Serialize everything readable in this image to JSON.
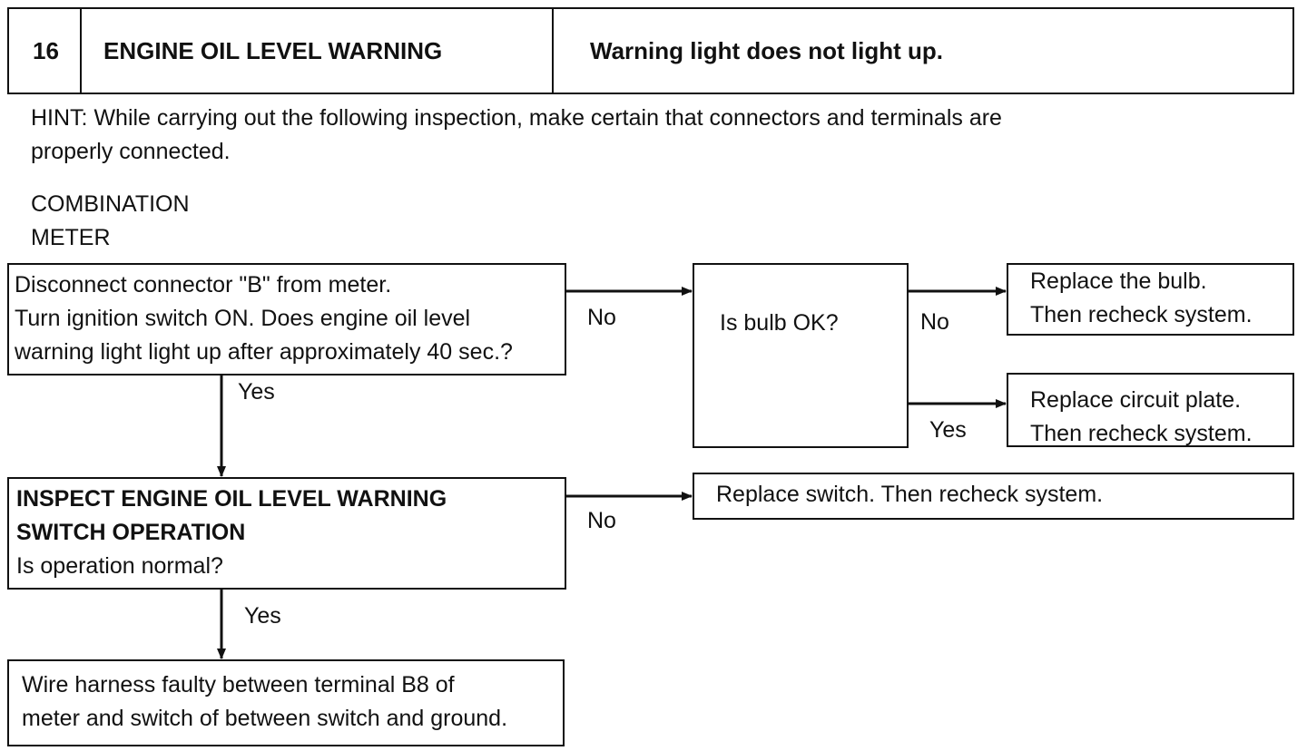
{
  "header": {
    "number": "16",
    "system": "ENGINE OIL LEVEL WARNING",
    "symptom": "Warning light does not light up."
  },
  "hint": {
    "line1": "HINT: While carrying out the following inspection, make certain that connectors and terminals are",
    "line2": "properly connected."
  },
  "section_title": {
    "line1": "COMBINATION",
    "line2": "METER"
  },
  "nodes": {
    "step1": {
      "line1": "Disconnect connector \"B\" from meter.",
      "line2": "Turn ignition switch ON. Does engine oil level",
      "line3": "warning light light up after approximately 40 sec.?"
    },
    "bulb_check": {
      "text": "Is bulb OK?"
    },
    "replace_bulb": {
      "line1": "Replace the bulb.",
      "line2": "Then recheck system."
    },
    "replace_plate": {
      "line1": "Replace circuit plate.",
      "line2": "Then recheck system."
    },
    "step2": {
      "title1": "INSPECT ENGINE OIL LEVEL WARNING",
      "title2": "SWITCH OPERATION",
      "question": "Is operation normal?"
    },
    "replace_switch": {
      "text": "Replace switch. Then recheck system."
    },
    "harness": {
      "line1": "Wire harness faulty between terminal B8 of",
      "line2": "meter and switch of between switch and ground."
    }
  },
  "edges": {
    "step1_no": "No",
    "step1_yes": "Yes",
    "bulb_no": "No",
    "bulb_yes": "Yes",
    "step2_no": "No",
    "step2_yes": "Yes"
  }
}
